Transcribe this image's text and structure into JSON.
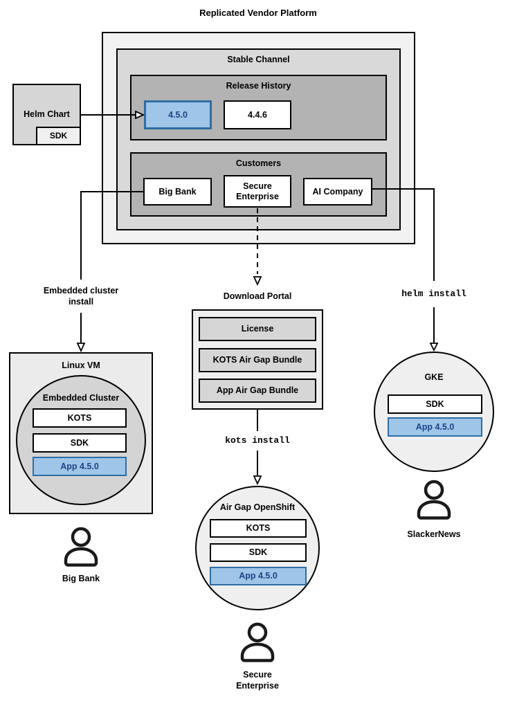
{
  "title": "Replicated Vendor Platform",
  "platform": {
    "stable_channel": {
      "label": "Stable Channel",
      "release_history": {
        "label": "Release History",
        "releases": [
          {
            "version": "4.5.0",
            "highlighted": true
          },
          {
            "version": "4.4.6",
            "highlighted": false
          }
        ]
      },
      "customers": {
        "label": "Customers",
        "items": [
          {
            "name": "Big Bank"
          },
          {
            "name": "Secure Enterprise"
          },
          {
            "name": "AI Company"
          }
        ]
      }
    }
  },
  "helm_chart": {
    "label": "Helm Chart",
    "sdk": "SDK"
  },
  "connectors": {
    "embedded_install": "Embedded cluster install",
    "kots_install": "kots install",
    "helm_install": "helm install"
  },
  "download_portal": {
    "title": "Download Portal",
    "items": [
      {
        "label": "License"
      },
      {
        "label": "KOTS Air Gap Bundle"
      },
      {
        "label": "App Air Gap Bundle"
      }
    ]
  },
  "deployments": {
    "linux_vm": {
      "title": "Linux VM",
      "cluster_title": "Embedded Cluster",
      "components": [
        {
          "label": "KOTS"
        },
        {
          "label": "SDK"
        }
      ],
      "app": "App 4.5.0",
      "user": "Big Bank"
    },
    "air_gap_openshift": {
      "title": "Air Gap OpenShift",
      "components": [
        {
          "label": "KOTS"
        },
        {
          "label": "SDK"
        }
      ],
      "app": "App 4.5.0",
      "user": "Secure Enterprise"
    },
    "gke": {
      "title": "GKE",
      "components": [
        {
          "label": "SDK"
        }
      ],
      "app": "App 4.5.0",
      "user": "SlackerNews"
    }
  },
  "colors": {
    "highlight_fill": "#9fc5e8",
    "highlight_border": "#2e6da4",
    "highlight_text": "#1c4587",
    "gray_dark": "#b3b3b3",
    "gray_mid": "#d9d9d9",
    "gray_light": "#f2f2f2"
  }
}
